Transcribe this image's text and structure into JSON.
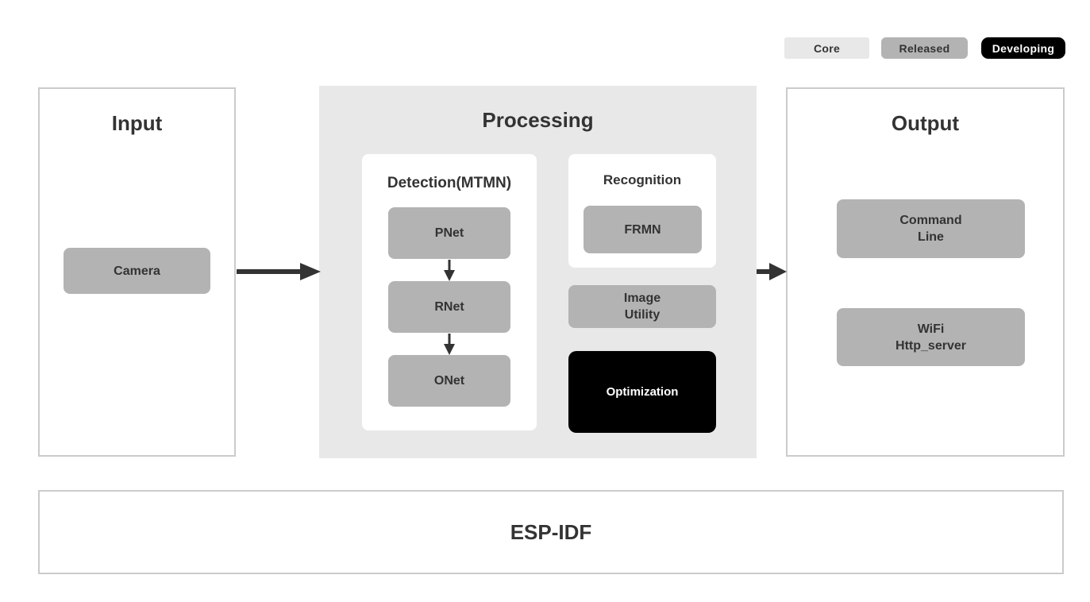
{
  "legend": {
    "items": [
      {
        "label": "Core",
        "bg": "#e8e8e8",
        "text_color": "#333333"
      },
      {
        "label": "Released",
        "bg": "#b3b3b3",
        "text_color": "#333333"
      },
      {
        "label": "Developing",
        "bg": "#000000",
        "text_color": "#ffffff"
      }
    ]
  },
  "sections": {
    "input": {
      "title": "Input",
      "nodes": [
        {
          "label": "Camera",
          "status": "released"
        }
      ]
    },
    "processing": {
      "title": "Processing",
      "groups": [
        {
          "title": "Detection(MTMN)",
          "nodes": [
            {
              "label": "PNet",
              "status": "released"
            },
            {
              "label": "RNet",
              "status": "released"
            },
            {
              "label": "ONet",
              "status": "released"
            }
          ]
        },
        {
          "title": "Recognition",
          "nodes": [
            {
              "label": "FRMN",
              "status": "released"
            }
          ]
        }
      ],
      "nodes": [
        {
          "lines": [
            "Image",
            "Utility"
          ],
          "status": "released"
        },
        {
          "label": "Optimization",
          "status": "developing"
        }
      ]
    },
    "output": {
      "title": "Output",
      "nodes": [
        {
          "lines": [
            "Command",
            "Line"
          ],
          "status": "released"
        },
        {
          "lines": [
            "WiFi",
            "Http_server"
          ],
          "status": "released"
        }
      ]
    },
    "foundation": {
      "title": "ESP-IDF"
    }
  },
  "flow": [
    "Camera -> Processing",
    "Processing -> Output",
    "PNet -> RNet",
    "RNet -> ONet"
  ],
  "colors": {
    "core_bg": "#e8e8e8",
    "released_bg": "#b3b3b3",
    "developing_bg": "#000000",
    "text": "#333333",
    "box_border": "#cbcbcb",
    "arrow": "#333333"
  }
}
